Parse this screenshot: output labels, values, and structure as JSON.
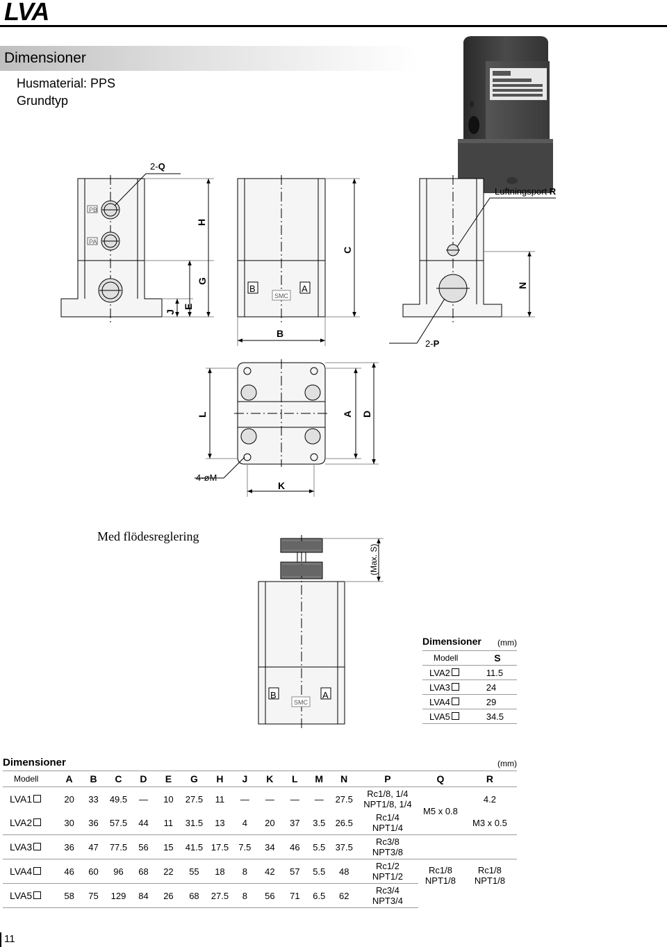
{
  "page": {
    "title": "LVA",
    "section": "Dimensioner",
    "material": "Husmaterial: PPS",
    "type": "Grundtyp",
    "number": "11"
  },
  "labels": {
    "two_q": "2-",
    "q": "Q",
    "two_p": "2-",
    "p": "P",
    "vent": "Luftningsport ",
    "r": "R",
    "pb": "PB",
    "pa": "PA",
    "h": "H",
    "g": "G",
    "e": "E",
    "j": "J",
    "c": "C",
    "n": "N",
    "b_port": "B",
    "a_port": "A",
    "smc": "SMC",
    "b_dim": "B",
    "l": "L",
    "a_dim": "A",
    "d": "D",
    "four_m": "4-øM",
    "k": "K",
    "max_s": "(Max. S)"
  },
  "flow": {
    "title": "Med flödesreglering",
    "b": "B",
    "a": "A",
    "smc": "SMC"
  },
  "s_table": {
    "title": "Dimensioner",
    "unit": "(mm)",
    "col_model": "Modell",
    "col_s": "S",
    "rows": [
      {
        "model": "LVA2",
        "s": "11.5"
      },
      {
        "model": "LVA3",
        "s": "24"
      },
      {
        "model": "LVA4",
        "s": "29"
      },
      {
        "model": "LVA5",
        "s": "34.5"
      }
    ]
  },
  "main_table": {
    "title": "Dimensioner",
    "unit": "(mm)",
    "headers": [
      "Modell",
      "A",
      "B",
      "C",
      "D",
      "E",
      "G",
      "H",
      "J",
      "K",
      "L",
      "M",
      "N",
      "P",
      "Q",
      "R"
    ],
    "rows": [
      {
        "model": "LVA1",
        "v": [
          "20",
          "33",
          "49.5",
          "—",
          "10",
          "27.5",
          "11",
          "—",
          "—",
          "—",
          "—",
          "27.5"
        ],
        "p1": "Rc1/8, 1/4",
        "p2": "NPT1/8, 1/4"
      },
      {
        "model": "LVA2",
        "v": [
          "30",
          "36",
          "57.5",
          "44",
          "11",
          "31.5",
          "13",
          "4",
          "20",
          "37",
          "3.5",
          "26.5"
        ],
        "p1": "Rc1/4",
        "p2": "NPT1/4"
      },
      {
        "model": "LVA3",
        "v": [
          "36",
          "47",
          "77.5",
          "56",
          "15",
          "41.5",
          "17.5",
          "7.5",
          "34",
          "46",
          "5.5",
          "37.5"
        ],
        "p1": "Rc3/8",
        "p2": "NPT3/8"
      },
      {
        "model": "LVA4",
        "v": [
          "46",
          "60",
          "96",
          "68",
          "22",
          "55",
          "18",
          "8",
          "42",
          "57",
          "5.5",
          "48"
        ],
        "p1": "Rc1/2",
        "p2": "NPT1/2"
      },
      {
        "model": "LVA5",
        "v": [
          "58",
          "75",
          "129",
          "84",
          "26",
          "68",
          "27.5",
          "8",
          "56",
          "71",
          "6.5",
          "62"
        ],
        "p1": "Rc3/4",
        "p2": "NPT3/4"
      }
    ],
    "q_small": "M5 x 0.8",
    "r_lva1": "4.2",
    "r_lva2": "M3 x 0.5",
    "q_lva4_1": "Rc1/8",
    "q_lva4_2": "NPT1/8",
    "r_lva4_1": "Rc1/8",
    "r_lva4_2": "NPT1/8"
  }
}
